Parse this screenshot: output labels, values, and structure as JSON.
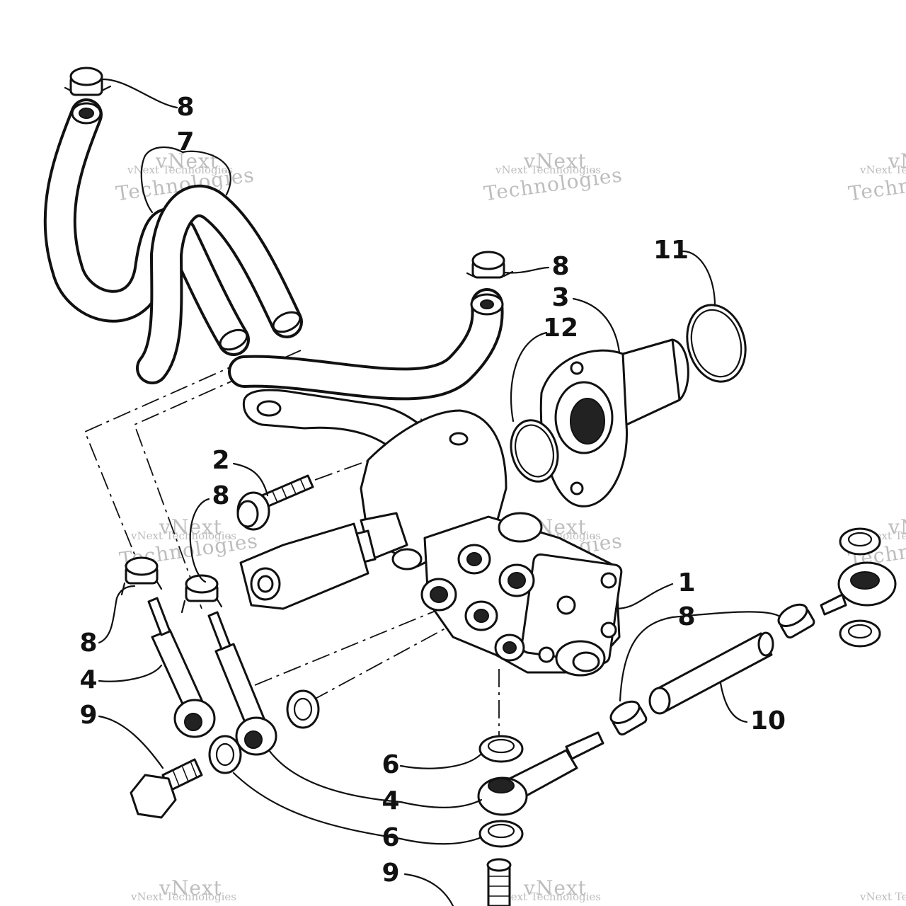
{
  "diagram": {
    "callouts": [
      "8",
      "7",
      "8",
      "11",
      "3",
      "12",
      "2",
      "8",
      "1",
      "8",
      "8",
      "4",
      "9",
      "10",
      "6",
      "4",
      "6",
      "9"
    ]
  },
  "watermark": {
    "line_small": "vNext Technologies",
    "line_big_1": "vNext",
    "line_big_2": "Technologies"
  },
  "colors": {
    "ink": "#111111",
    "watermark": "#bdbdbd"
  }
}
